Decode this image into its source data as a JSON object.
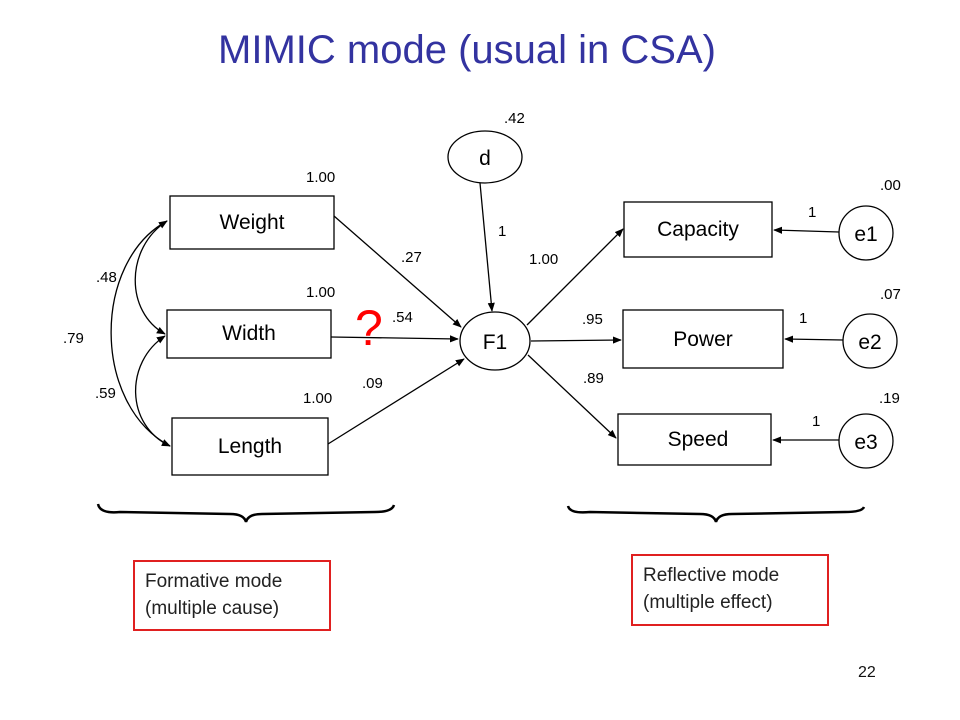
{
  "title": "MIMIC mode (usual in CSA)",
  "nodes": {
    "weight": "Weight",
    "width": "Width",
    "length": "Length",
    "f1": "F1",
    "d": "d",
    "capacity": "Capacity",
    "power": "Power",
    "speed": "Speed",
    "e1": "e1",
    "e2": "e2",
    "e3": "e3"
  },
  "coefficients": {
    "d_variance": ".42",
    "d_to_f1": "1",
    "weight_variance": "1.00",
    "width_variance": "1.00",
    "length_variance": "1.00",
    "weight_to_f1": ".27",
    "width_to_f1": ".54",
    "length_to_f1": ".09",
    "cov_weight_width": ".48",
    "cov_weight_length": ".79",
    "cov_width_length": ".59",
    "f1_to_capacity": "1.00",
    "f1_to_power": ".95",
    "f1_to_speed": ".89",
    "e1_variance": ".00",
    "e2_variance": ".07",
    "e3_variance": ".19",
    "e1_to_capacity": "1",
    "e2_to_power": "1",
    "e3_to_speed": "1"
  },
  "question_mark": "?",
  "formative_box": {
    "line1": "Formative mode",
    "line2": "(multiple cause)"
  },
  "reflective_box": {
    "line1": "Reflective mode",
    "line2": "(multiple effect)"
  },
  "page_number": "22",
  "colors": {
    "title": "#3333a0",
    "highlight": "#e02020",
    "question": "#ff0000"
  }
}
